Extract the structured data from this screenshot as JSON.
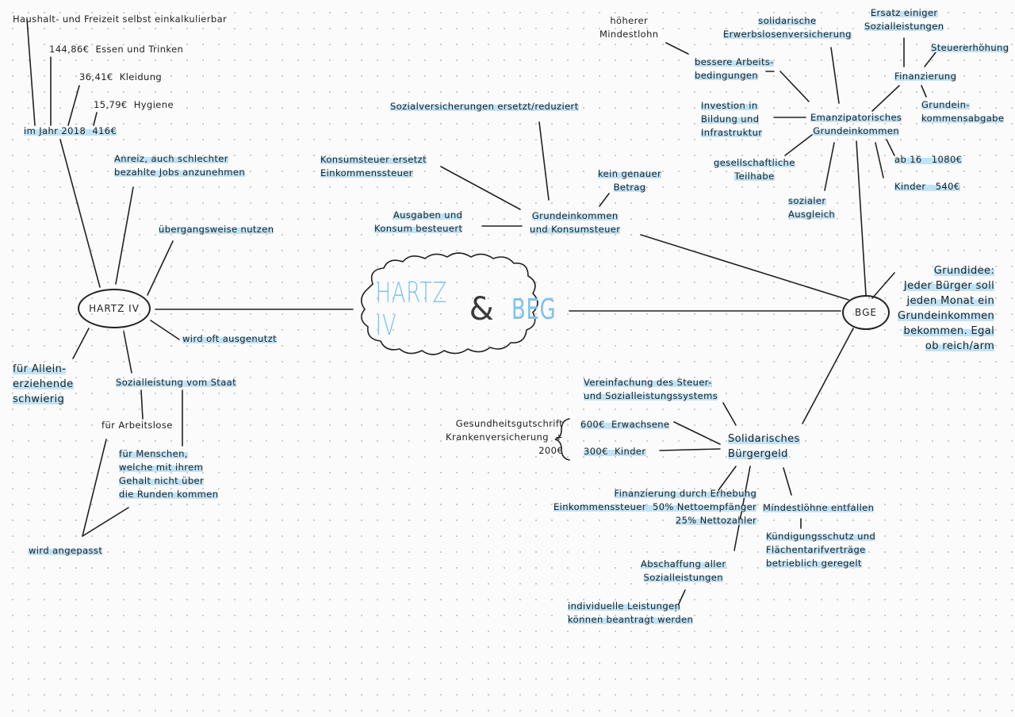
{
  "center": {
    "title_part1": "HARTZ IV",
    "title_amp": "&",
    "title_part2": "BEG"
  },
  "hartz": {
    "label": "HARTZ IV",
    "budget_total": "im Jahr 2018  416€",
    "budget_note": "Haushalt- und Freizeit selbst einkalkulierbar",
    "food": "144,86€  Essen und Trinken",
    "clothing": "36,41€  Kleidung",
    "hygiene": "15,79€  Hygiene",
    "incentive": "Anreiz, auch schlechter\nbezahlte Jobs anzunehmen",
    "transitional": "übergangsweise nutzen",
    "abused": "wird oft ausgenutzt",
    "single_parents": "für Allein-\nerziehende\nschwierig",
    "social_benefit": "Sozialleistung vom Staat",
    "unemployed": "für Arbeitslose",
    "low_income": "für Menschen,\nwelche mit ihrem\nGehalt nicht über\ndie Runden kommen",
    "adjusted": "wird angepasst"
  },
  "consumption": {
    "label": "Grundeinkommen\nund Konsumsteuer",
    "insurances": "Sozialversicherungen ersetzt/reduziert",
    "tax_replace": "Konsumsteuer ersetzt\nEinkommenssteuer",
    "no_amount": "kein genauer\nBetrag",
    "taxed": "Ausgaben und\nKonsum besteuert"
  },
  "bge": {
    "label": "BGE",
    "idea": "Grundidee:\nJeder Bürger soll\njeden Monat ein\nGrundeinkommen\nbekommen. Egal\nob reich/arm"
  },
  "emancipatory": {
    "label": "Emanzipatorisches\nGrundeinkommen",
    "higher_wage": "höherer\nMindestlohn",
    "solidarity_ins": "solidarische\nErwerbslosenversicherung",
    "replace": "Ersatz einiger\nSozialleistungen",
    "better_conditions": "bessere Arbeits-\nbedingungen",
    "tax_increase": "Steuererhöhung",
    "financing": "Finanzierung",
    "land_tax": "Grundein-\nkommensabgabe",
    "investment": "Investion in\nBildung und\nInfrastruktur",
    "participation": "gesellschaftliche\nTeilhabe",
    "from16": "ab 16   1080€",
    "children": "Kinder   540€",
    "social_balance": "sozialer\nAusgleich"
  },
  "solidarity": {
    "label": "Solidarisches\nBürgergeld",
    "simplify": "Vereinfachung des Steuer-\nund Sozialleistungssystems",
    "health_credit": "Gesundheitsgutschrift\nKrankenversicherung  +\n200€",
    "adults": "600€  Erwachsene",
    "kids": "300€  Kinder",
    "financing": "Finanzierung durch Erhebung\nEinkommenssteuer  50% Nettoempfänger\n25% Nettozahler",
    "min_wage": "Mindestlöhne entfallen",
    "dismissal": "Kündigungsschutz und\nFlächentarifverträge\nbetrieblich geregelt",
    "abolish": "Abschaffung aller\nSozialleistungen",
    "individual": "individuelle Leistungen\nkönnen beantragt werden"
  },
  "colors": {
    "highlight": "#bae0f5",
    "title_blue": "#7ec3ea",
    "ink": "#222222"
  }
}
